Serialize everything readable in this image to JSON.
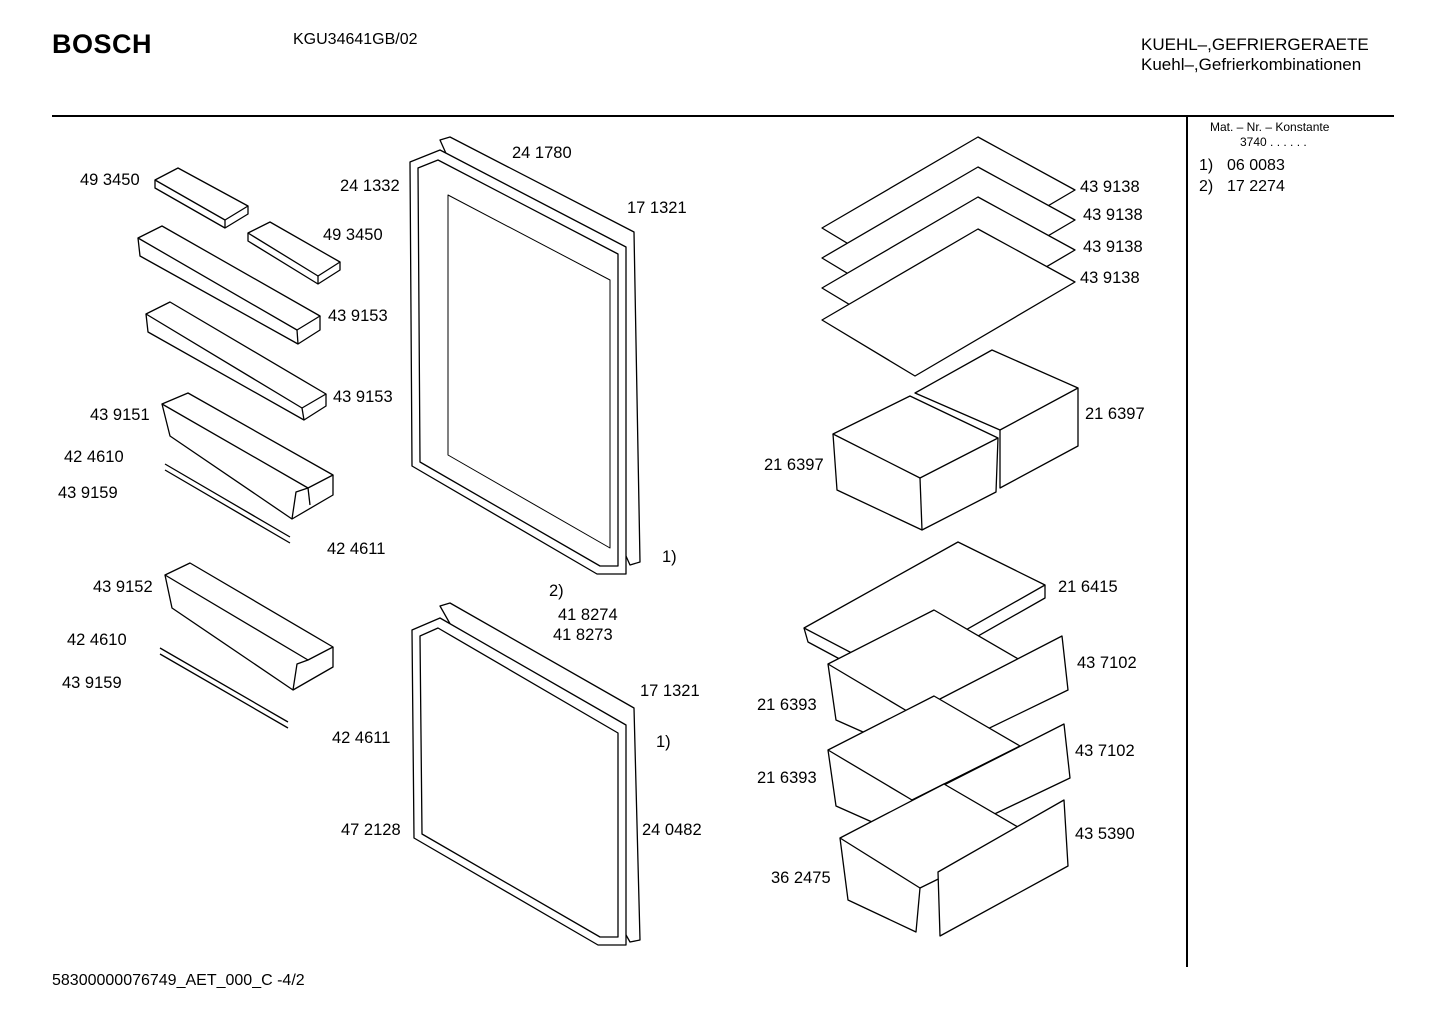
{
  "header": {
    "brand": "BOSCH",
    "model": "KGU34641GB/02",
    "category_line1": "KUEHL–,GEFRIERGERAETE",
    "category_line2": "Kuehl–,Gefrierkombinationen"
  },
  "side_panel": {
    "mat_heading": "Mat. – Nr. – Konstante",
    "mat_value": "3740  .  .    .  .  .  .",
    "notes": [
      {
        "key": "1)",
        "value": "06 0083"
      },
      {
        "key": "2)",
        "value": "17 2274"
      }
    ]
  },
  "parts": {
    "p1": "49 3450",
    "p2": "24 1332",
    "p3": "24 1780",
    "p4": "17 1321",
    "p5": "49 3450",
    "p6": "43 9153",
    "p7": "43 9153",
    "p8": "43 9151",
    "p9": "42 4610",
    "p10": "43 9159",
    "p11": "42 4611",
    "p12": "1)",
    "p13": "43 9152",
    "p14": "2)",
    "p15": "41 8274",
    "p16": "41 8273",
    "p17": "42 4610",
    "p18": "43 9159",
    "p19": "17 1321",
    "p20": "1)",
    "p21": "42 4611",
    "p22": "47 2128",
    "p23": "24 0482",
    "p24": "43 9138",
    "p25": "43 9138",
    "p26": "43 9138",
    "p27": "43 9138",
    "p28": "21 6397",
    "p29": "21 6397",
    "p30": "21 6415",
    "p31": "43 7102",
    "p32": "21 6393",
    "p33": "43 7102",
    "p34": "21 6393",
    "p35": "43 5390",
    "p36": "36 2475"
  },
  "footer": {
    "doc_id": "58300000076749_AET_000_C  -4/2"
  }
}
